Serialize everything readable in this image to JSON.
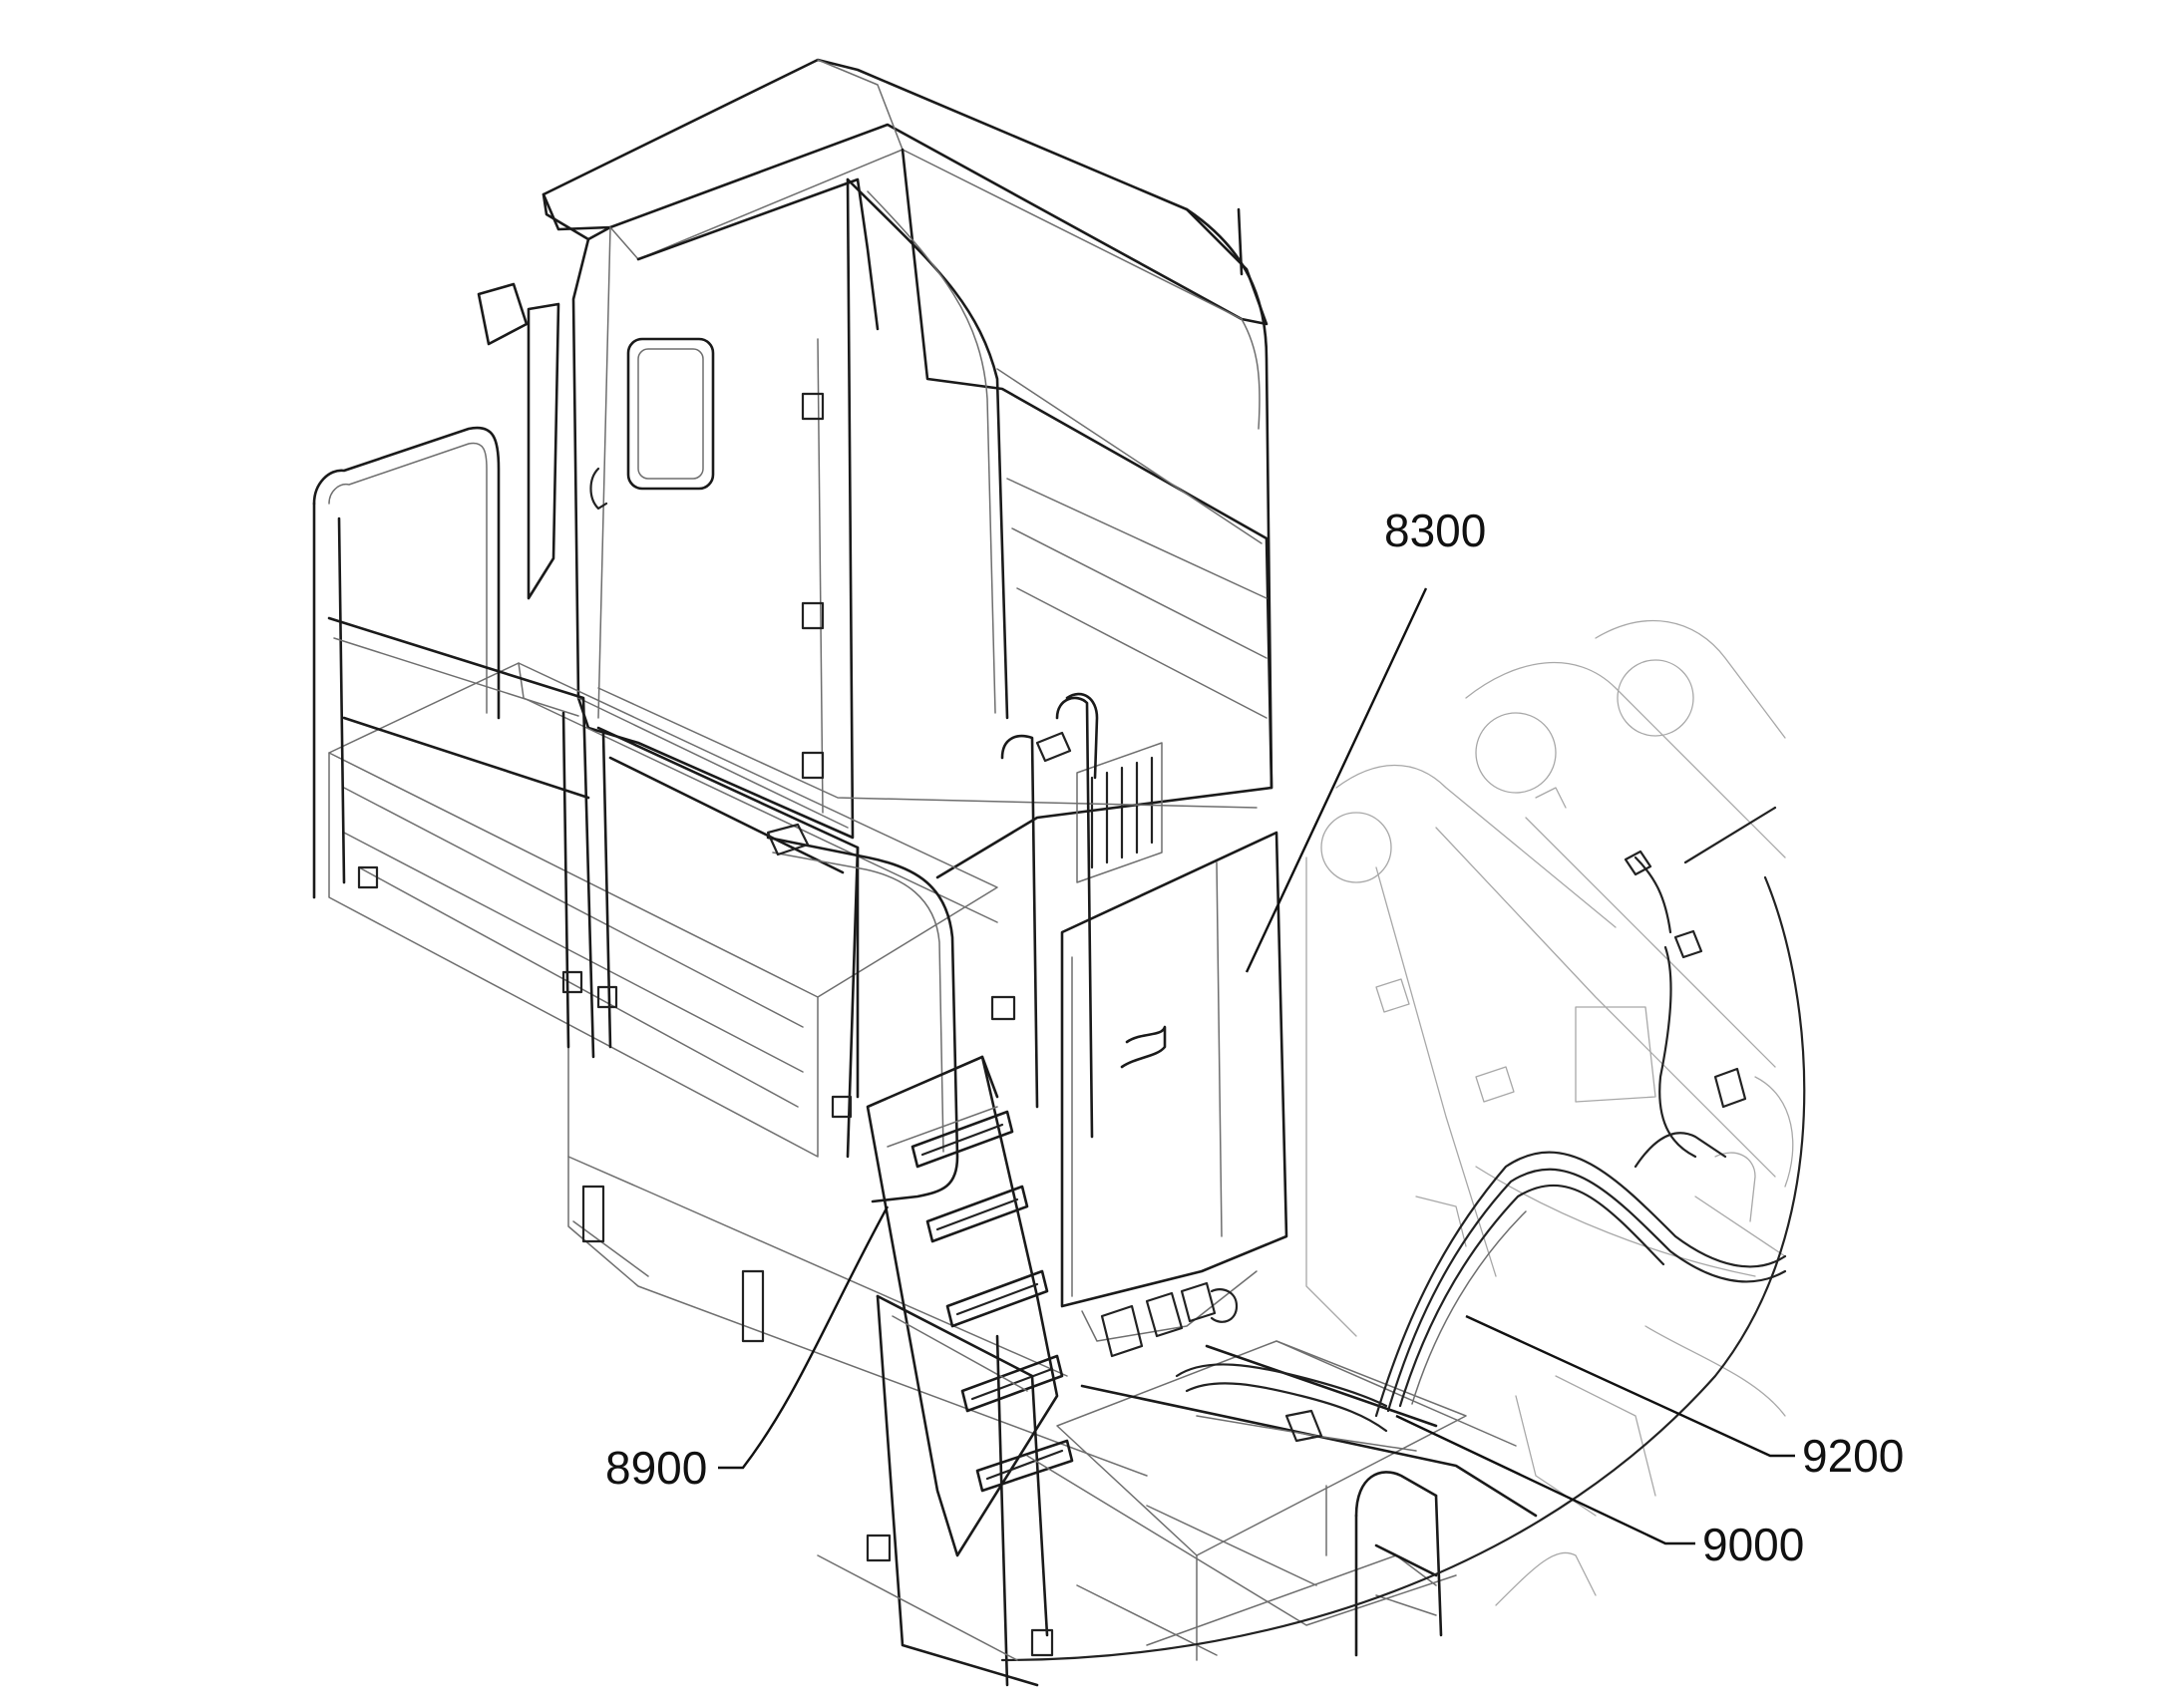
{
  "callouts": {
    "c8300": "8300",
    "c8900": "8900",
    "c9000": "9000",
    "c9200": "9200"
  },
  "colors": {
    "ink": "#1a1a1a",
    "line_gray": "#6e6e6e",
    "faint_gray": "#a8a8a8",
    "background": "#ffffff"
  }
}
